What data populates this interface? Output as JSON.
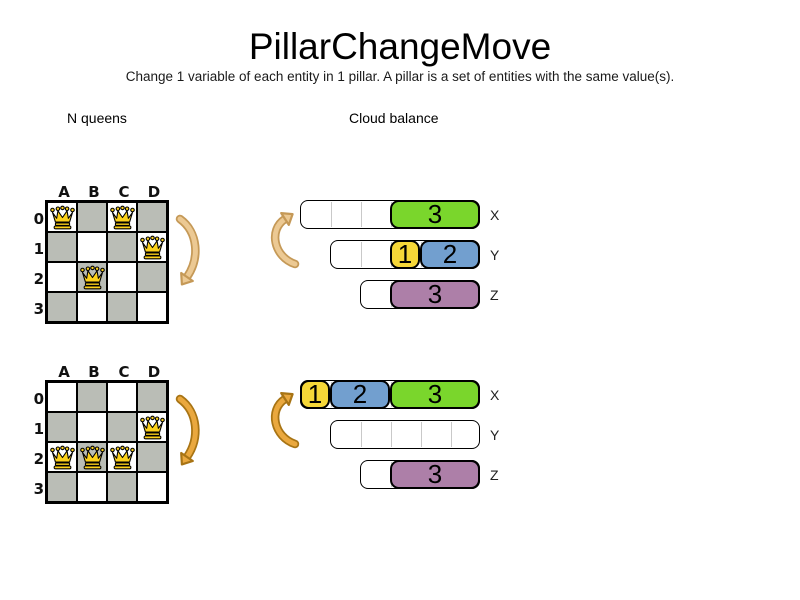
{
  "header": {
    "title": "PillarChangeMove",
    "subtitle": "Change 1 variable of each entity in 1 pillar. A pillar is a set of entities with the same value(s)."
  },
  "sections": {
    "nqueens_label": "N queens",
    "cloud_label": "Cloud balance"
  },
  "nqueens": {
    "columns": [
      "A",
      "B",
      "C",
      "D"
    ],
    "rows": [
      "0",
      "1",
      "2",
      "3"
    ],
    "states": [
      {
        "name": "before",
        "queens": [
          "A0",
          "C0",
          "D1",
          "B2"
        ]
      },
      {
        "name": "after",
        "queens": [
          "D1",
          "A2",
          "B2",
          "C2"
        ]
      }
    ]
  },
  "cloud": {
    "computers": [
      {
        "label": "X",
        "capacity": 6
      },
      {
        "label": "Y",
        "capacity": 5
      },
      {
        "label": "Z",
        "capacity": 4
      }
    ],
    "states": [
      {
        "name": "before",
        "assignments": {
          "X": [
            {
              "value": "3",
              "size": 3,
              "color": "block_green"
            }
          ],
          "Y": [
            {
              "value": "1",
              "size": 1,
              "color": "block_yellow"
            },
            {
              "value": "2",
              "size": 2,
              "color": "block_blue"
            }
          ],
          "Z": [
            {
              "value": "3",
              "size": 3,
              "color": "block_purple"
            }
          ]
        }
      },
      {
        "name": "after",
        "assignments": {
          "X": [
            {
              "value": "1",
              "size": 1,
              "color": "block_yellow"
            },
            {
              "value": "2",
              "size": 2,
              "color": "block_blue"
            },
            {
              "value": "3",
              "size": 3,
              "color": "block_green"
            }
          ],
          "Y": [],
          "Z": [
            {
              "value": "3",
              "size": 3,
              "color": "block_purple"
            }
          ]
        }
      }
    ]
  },
  "icons": {
    "queen": "queen-icon",
    "board_arrow": "curved-arrow-down-icon",
    "cloud_arrow": "curved-arrow-up-icon"
  },
  "colors": {
    "board_dark": "#babdb6",
    "queen_gold": "#fcd11b",
    "arrow_light": "#ecc993",
    "arrow_light_outline": "#c59957",
    "arrow_dark": "#eaa83e",
    "arrow_dark_outline": "#a87414",
    "block_green": "#7ad62c",
    "block_yellow": "#f6d738",
    "block_blue": "#729fcf",
    "block_purple": "#ad7fa8"
  }
}
